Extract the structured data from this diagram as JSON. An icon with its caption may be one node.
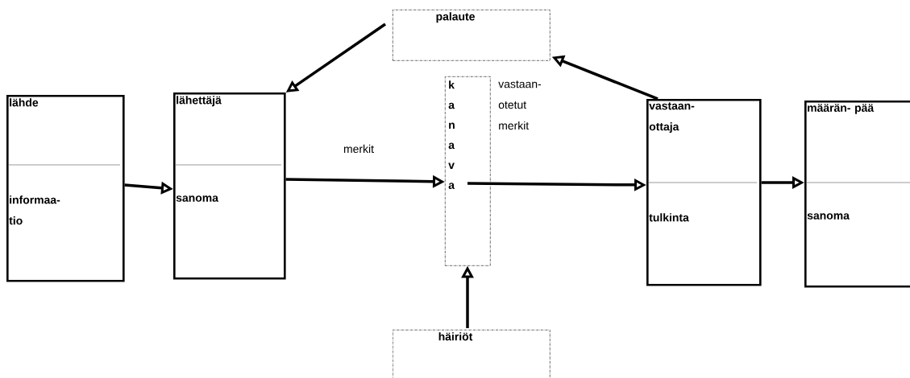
{
  "diagram": {
    "nodes": [
      {
        "text": [
          "lähde",
          "informaa- tio"
        ]
      },
      {
        "text": [
          "lähettäjä",
          "sanoma"
        ]
      },
      {
        "text": [
          "palaute"
        ]
      },
      {
        "text": [
          "k a n a v a"
        ],
        "beside": [
          "vastaan- otetut merkit"
        ]
      },
      {
        "text": [
          "vastaan- ottaja",
          "tulkinta"
        ]
      },
      {
        "text": [
          "määrän- pää",
          "sanoma"
        ]
      },
      {
        "text": [
          "häiriöt"
        ]
      }
    ],
    "edges": [
      {
        "from": 0,
        "to": 1,
        "arrow": "to"
      },
      {
        "from": 1,
        "to": 3,
        "arrow": "to",
        "label": "merkit"
      },
      {
        "from": 3,
        "to": 4,
        "arrow": "to"
      },
      {
        "from": 4,
        "to": 5,
        "arrow": "to"
      },
      {
        "from": 4,
        "to": 2,
        "arrow": "to"
      },
      {
        "from": 2,
        "to": 1,
        "arrow": "to"
      },
      {
        "from": 6,
        "to": 3,
        "arrow": "to"
      }
    ]
  }
}
